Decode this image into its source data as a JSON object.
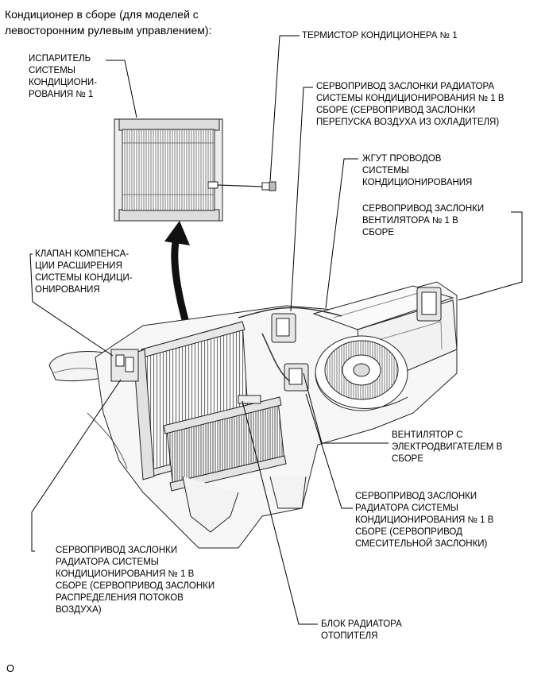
{
  "title": {
    "line1": "Кондиционер в сборе (для моделей с",
    "line2": "левосторонним рулевым управлением):"
  },
  "labels": {
    "evaporator": [
      "ИСПАРИТЕЛЬ",
      "СИСТЕМЫ",
      "КОНДИЦИОНИ-",
      "РОВАНИЯ № 1"
    ],
    "thermistor": [
      "ТЕРМИСТОР КОНДИЦИОНЕРА № 1"
    ],
    "servo_bypass": [
      "СЕРВОПРИВОД ЗАСЛОНКИ РАДИАТОРА",
      "СИСТЕМЫ КОНДИЦИОНИРОВАНИЯ № 1 В",
      "СБОРЕ (СЕРВОПРИВОД ЗАСЛОНКИ",
      "ПЕРЕПУСКА ВОЗДУХА ИЗ ОХЛАДИТЕЛЯ)"
    ],
    "harness": [
      "ЖГУТ ПРОВОДОВ",
      "СИСТЕМЫ",
      "КОНДИЦИОНИРОВАНИЯ"
    ],
    "servo_fan": [
      "СЕРВОПРИВОД ЗАСЛОНКИ",
      "ВЕНТИЛЯТОРА № 1 В",
      "СБОРЕ"
    ],
    "expansion_valve": [
      "КЛАПАН КОМПЕНСА-",
      "ЦИИ РАСШИРЕНИЯ",
      "СИСТЕМЫ КОНДИЦИ-",
      "ОНИРОВАНИЯ"
    ],
    "blower": [
      "ВЕНТИЛЯТОР С",
      "ЭЛЕКТРОДВИГАТЕЛЕМ В",
      "СБОРЕ"
    ],
    "servo_mix": [
      "СЕРВОПРИВОД ЗАСЛОНКИ",
      "РАДИАТОРА СИСТЕМЫ",
      "КОНДИЦИОНИРОВАНИЯ № 1 В",
      "СБОРЕ (СЕРВОПРИВОД",
      "СМЕСИТЕЛЬНОЙ ЗАСЛОНКИ)"
    ],
    "servo_dist": [
      "СЕРВОПРИВОД ЗАСЛОНКИ",
      "РАДИАТОРА СИСТЕМЫ",
      "КОНДИЦИОНИРОВАНИЯ № 1 В",
      "СБОРЕ (СЕРВОПРИВОД ЗАСЛОНКИ",
      "РАСПРЕДЕЛЕНИЯ ПОТОКОВ",
      "ВОЗДУХА)"
    ],
    "heater_core": [
      "БЛОК РАДИАТОРА",
      "ОТОПИТЕЛЯ"
    ]
  },
  "footer": "O"
}
